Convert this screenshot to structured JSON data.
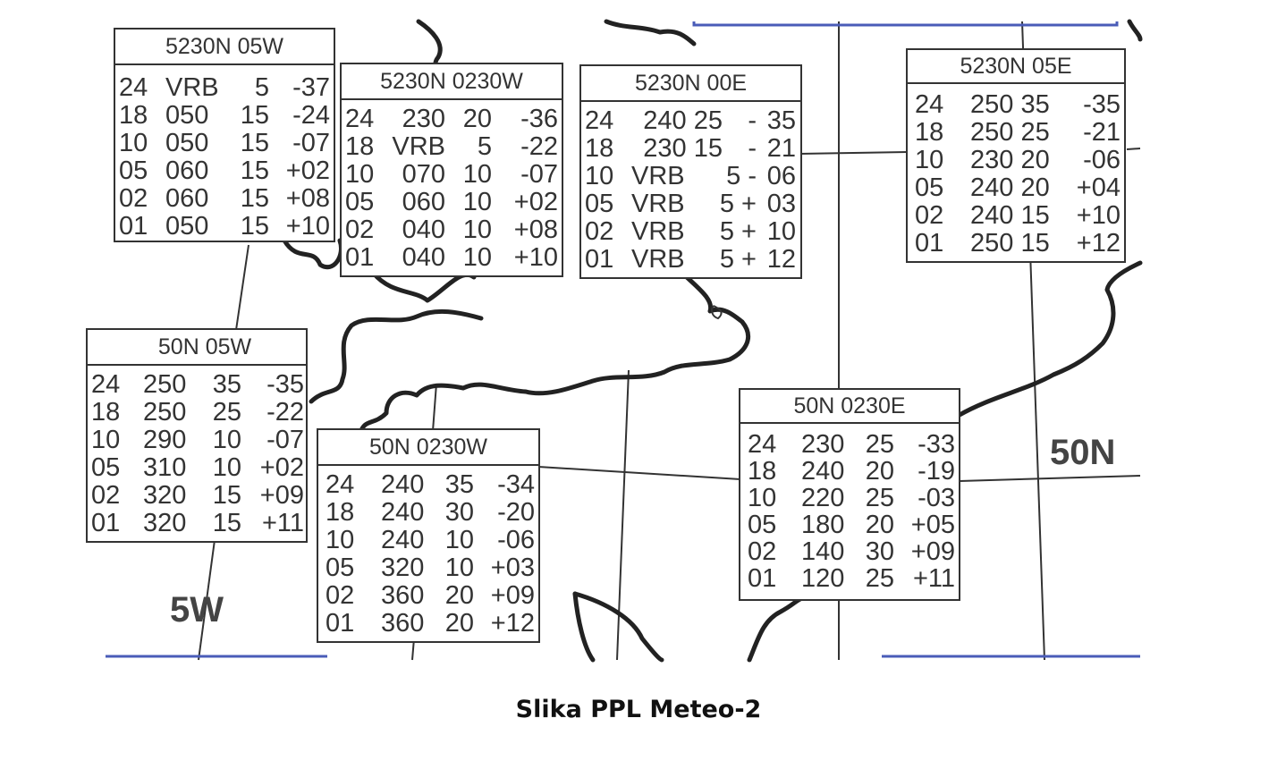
{
  "labels": {
    "parallel": "50N",
    "meridian": "5W"
  },
  "caption": "Slika PPL Meteo-2",
  "boxes": [
    {
      "title": "5230N 05W",
      "rows": [
        [
          "24",
          "VRB",
          "5",
          "-37"
        ],
        [
          "18",
          "050",
          "15",
          "-24"
        ],
        [
          "10",
          "050",
          "15",
          "-07"
        ],
        [
          "05",
          "060",
          "15",
          "+02"
        ],
        [
          "02",
          "060",
          "15",
          "+08"
        ],
        [
          "01",
          "050",
          "15",
          "+10"
        ]
      ]
    },
    {
      "title": "5230N 0230W",
      "rows": [
        [
          "24",
          "230",
          "20",
          "-36"
        ],
        [
          "18",
          "VRB",
          "5",
          "-22"
        ],
        [
          "10",
          "070",
          "10",
          "-07"
        ],
        [
          "05",
          "060",
          "10",
          "+02"
        ],
        [
          "02",
          "040",
          "10",
          "+08"
        ],
        [
          "01",
          "040",
          "10",
          "+10"
        ]
      ]
    },
    {
      "title": "5230N 00E",
      "rows": [
        [
          "24",
          "240 25",
          "-",
          "35"
        ],
        [
          "18",
          "230 15",
          "-",
          "21"
        ],
        [
          "10",
          "VRB",
          "5 -",
          "06"
        ],
        [
          "05",
          "VRB",
          "5 +",
          "03"
        ],
        [
          "02",
          "VRB",
          "5 +",
          "10"
        ],
        [
          "01",
          "VRB",
          "5 +",
          "12"
        ]
      ]
    },
    {
      "title": "5230N 05E",
      "rows": [
        [
          "24",
          "250 35",
          "",
          "-35"
        ],
        [
          "18",
          "250 25",
          "",
          "-21"
        ],
        [
          "10",
          "230 20",
          "",
          "-06"
        ],
        [
          "05",
          "240 20",
          "",
          "+04"
        ],
        [
          "02",
          "240 15",
          "",
          "+10"
        ],
        [
          "01",
          "250 15",
          "",
          "+12"
        ]
      ]
    },
    {
      "title": "50N 05W",
      "rows": [
        [
          "24",
          "250",
          "35",
          "-35"
        ],
        [
          "18",
          "250",
          "25",
          "-22"
        ],
        [
          "10",
          "290",
          "10",
          "-07"
        ],
        [
          "05",
          "310",
          "10",
          "+02"
        ],
        [
          "02",
          "320",
          "15",
          "+09"
        ],
        [
          "01",
          "320",
          "15",
          "+11"
        ]
      ]
    },
    {
      "title": "50N 0230W",
      "rows": [
        [
          "24",
          "240",
          "35",
          "-34"
        ],
        [
          "18",
          "240",
          "30",
          "-20"
        ],
        [
          "10",
          "240",
          "10",
          "-06"
        ],
        [
          "05",
          "320",
          "10",
          "+03"
        ],
        [
          "02",
          "360",
          "20",
          "+09"
        ],
        [
          "01",
          "360",
          "20",
          "+12"
        ]
      ]
    },
    {
      "title": "50N 0230E",
      "rows": [
        [
          "24",
          "230",
          "25",
          "-33"
        ],
        [
          "18",
          "240",
          "20",
          "-19"
        ],
        [
          "10",
          "220",
          "25",
          "-03"
        ],
        [
          "05",
          "180",
          "20",
          "+05"
        ],
        [
          "02",
          "140",
          "30",
          "+09"
        ],
        [
          "01",
          "120",
          "25",
          "+11"
        ]
      ]
    }
  ]
}
